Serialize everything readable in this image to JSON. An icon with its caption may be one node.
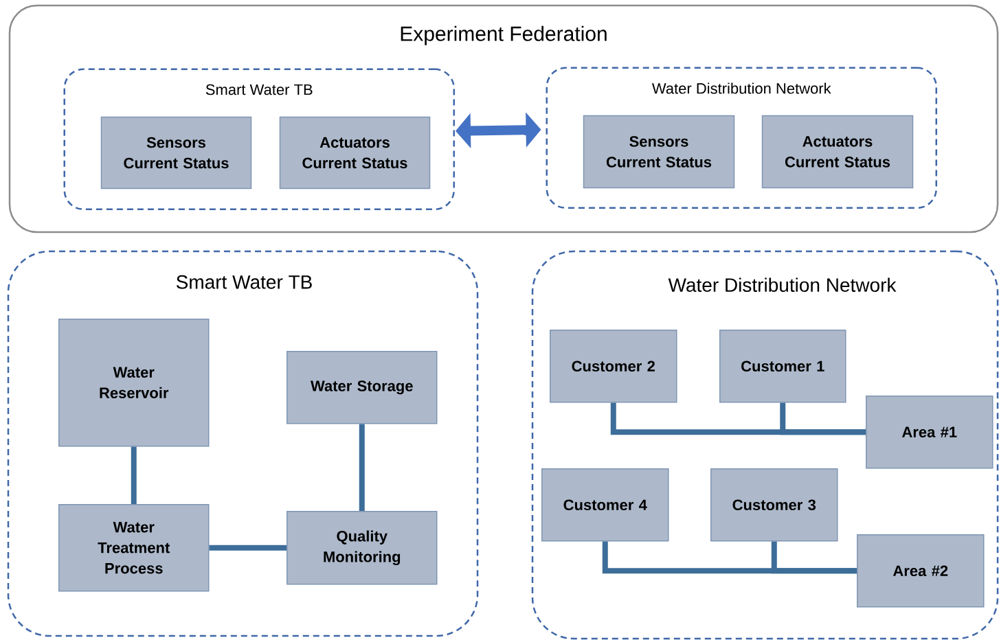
{
  "diagram": {
    "nodes": [
      {
        "text": [
          "Experiment Federation"
        ]
      },
      {
        "text": [
          "Smart Water TB"
        ],
        "in": 0
      },
      {
        "text": [
          "Sensors Current Status"
        ],
        "in": 1
      },
      {
        "text": [
          "Actuators Current Status"
        ],
        "in": 1
      },
      {
        "text": [
          "Water Distribution Network"
        ],
        "in": 0
      },
      {
        "text": [
          "Sensors Current Status"
        ],
        "in": 4
      },
      {
        "text": [
          "Actuators Current Status"
        ],
        "in": 4
      },
      {
        "text": [
          "Smart Water TB"
        ]
      },
      {
        "text": [
          "Water Reservoir"
        ],
        "in": 7
      },
      {
        "text": [
          "Water Storage"
        ],
        "in": 7
      },
      {
        "text": [
          "Water Treatment Process"
        ],
        "in": 7
      },
      {
        "text": [
          "Quality Monitoring"
        ],
        "in": 7
      },
      {
        "text": [
          "Water Distribution Network"
        ]
      },
      {
        "text": [
          "Customer 2"
        ],
        "in": 12
      },
      {
        "text": [
          "Customer 1"
        ],
        "in": 12
      },
      {
        "text": [
          "Area #1"
        ],
        "in": 12
      },
      {
        "text": [
          "Customer 4"
        ],
        "in": 12
      },
      {
        "text": [
          "Customer 3"
        ],
        "in": 12
      },
      {
        "text": [
          "Area #2"
        ],
        "in": 12
      }
    ],
    "edges": [
      {
        "from": 1,
        "to": 4,
        "arrow": "both",
        "color": "#4472c4"
      },
      {
        "from": 8,
        "to": 10,
        "arrow": "none"
      },
      {
        "from": 9,
        "to": 11,
        "arrow": "none"
      },
      {
        "from": 10,
        "to": 11,
        "arrow": "none"
      },
      {
        "from": 13,
        "to": 15,
        "arrow": "none"
      },
      {
        "from": 14,
        "to": 15,
        "arrow": "none"
      },
      {
        "from": 16,
        "to": 18,
        "arrow": "none"
      },
      {
        "from": 17,
        "to": 18,
        "arrow": "none"
      }
    ]
  }
}
